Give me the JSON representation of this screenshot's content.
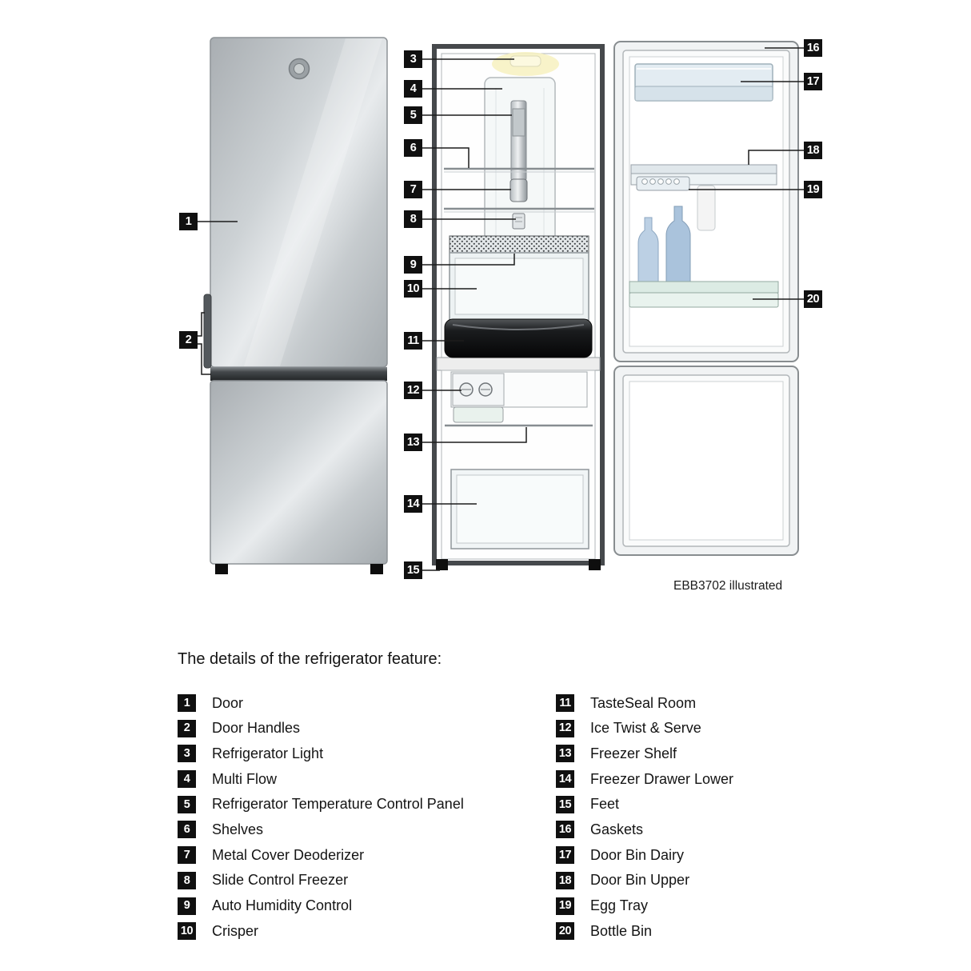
{
  "diagram": {
    "caption": "EBB3702 illustrated",
    "callouts": [
      "1",
      "2",
      "3",
      "4",
      "5",
      "6",
      "7",
      "8",
      "9",
      "10",
      "11",
      "12",
      "13",
      "14",
      "15",
      "16",
      "17",
      "18",
      "19",
      "20"
    ]
  },
  "legend": {
    "title": "The details of the refrigerator feature:",
    "left": [
      {
        "num": "1",
        "label": "Door"
      },
      {
        "num": "2",
        "label": "Door Handles"
      },
      {
        "num": "3",
        "label": "Refrigerator Light"
      },
      {
        "num": "4",
        "label": "Multi Flow"
      },
      {
        "num": "5",
        "label": "Refrigerator Temperature Control Panel"
      },
      {
        "num": "6",
        "label": "Shelves"
      },
      {
        "num": "7",
        "label": "Metal Cover Deoderizer"
      },
      {
        "num": "8",
        "label": "Slide Control Freezer"
      },
      {
        "num": "9",
        "label": "Auto Humidity Control"
      },
      {
        "num": "10",
        "label": "Crisper"
      }
    ],
    "right": [
      {
        "num": "11",
        "label": "TasteSeal Room"
      },
      {
        "num": "12",
        "label": "Ice Twist & Serve"
      },
      {
        "num": "13",
        "label": "Freezer Shelf"
      },
      {
        "num": "14",
        "label": "Freezer Drawer Lower"
      },
      {
        "num": "15",
        "label": "Feet"
      },
      {
        "num": "16",
        "label": "Gaskets"
      },
      {
        "num": "17",
        "label": "Door Bin Dairy"
      },
      {
        "num": "18",
        "label": "Door Bin Upper"
      },
      {
        "num": "19",
        "label": "Egg Tray"
      },
      {
        "num": "20",
        "label": "Bottle Bin"
      }
    ]
  },
  "colors": {
    "badge_bg": "#101010",
    "badge_text": "#ffffff",
    "leader_line": "#1c1c1c"
  }
}
